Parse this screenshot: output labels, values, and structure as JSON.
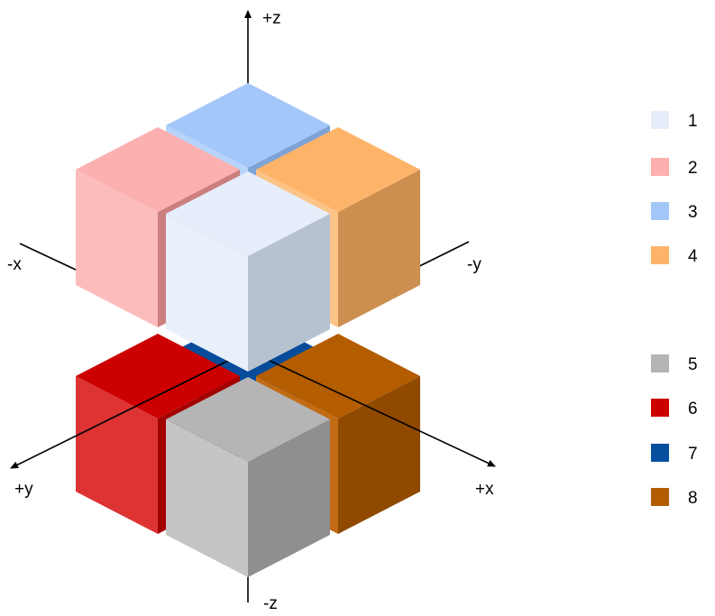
{
  "axes": {
    "plus_z": "+z",
    "minus_z": "-z",
    "minus_x": "-x",
    "minus_y": "-y",
    "plus_y": "+y",
    "plus_x": "+x"
  },
  "legend": [
    {
      "label": "1",
      "color": "#e6eefc"
    },
    {
      "label": "2",
      "color": "#fdb0b0"
    },
    {
      "label": "3",
      "color": "#a4c7fa"
    },
    {
      "label": "4",
      "color": "#fdb469"
    },
    {
      "label": "5",
      "color": "#b5b5b5"
    },
    {
      "label": "6",
      "color": "#cc0000"
    },
    {
      "label": "7",
      "color": "#074e9e"
    },
    {
      "label": "8",
      "color": "#b35c00"
    }
  ],
  "cubes": [
    {
      "octant": "7",
      "top": "#064c9b",
      "left": "#2a64aa",
      "right": "#053f80"
    },
    {
      "octant": "6",
      "top": "#cc0000",
      "left": "#dd3333",
      "right": "#a30000"
    },
    {
      "octant": "8",
      "top": "#b35c00",
      "left": "#c26a14",
      "right": "#8f4a00"
    },
    {
      "octant": "5",
      "top": "#b5b5b5",
      "left": "#c5c5c5",
      "right": "#8f8f8f"
    },
    {
      "octant": "3",
      "top": "#a4c7fa",
      "left": "#b8d4fb",
      "right": "#7ea3d6"
    },
    {
      "octant": "2",
      "top": "#fdb0b0",
      "left": "#fdbcbc",
      "right": "#cc7f7f"
    },
    {
      "octant": "4",
      "top": "#fdb469",
      "left": "#fdc487",
      "right": "#cc8f50"
    },
    {
      "octant": "1",
      "top": "#e6eefc",
      "left": "#e8f0fc",
      "right": "#b7c2d1"
    }
  ]
}
